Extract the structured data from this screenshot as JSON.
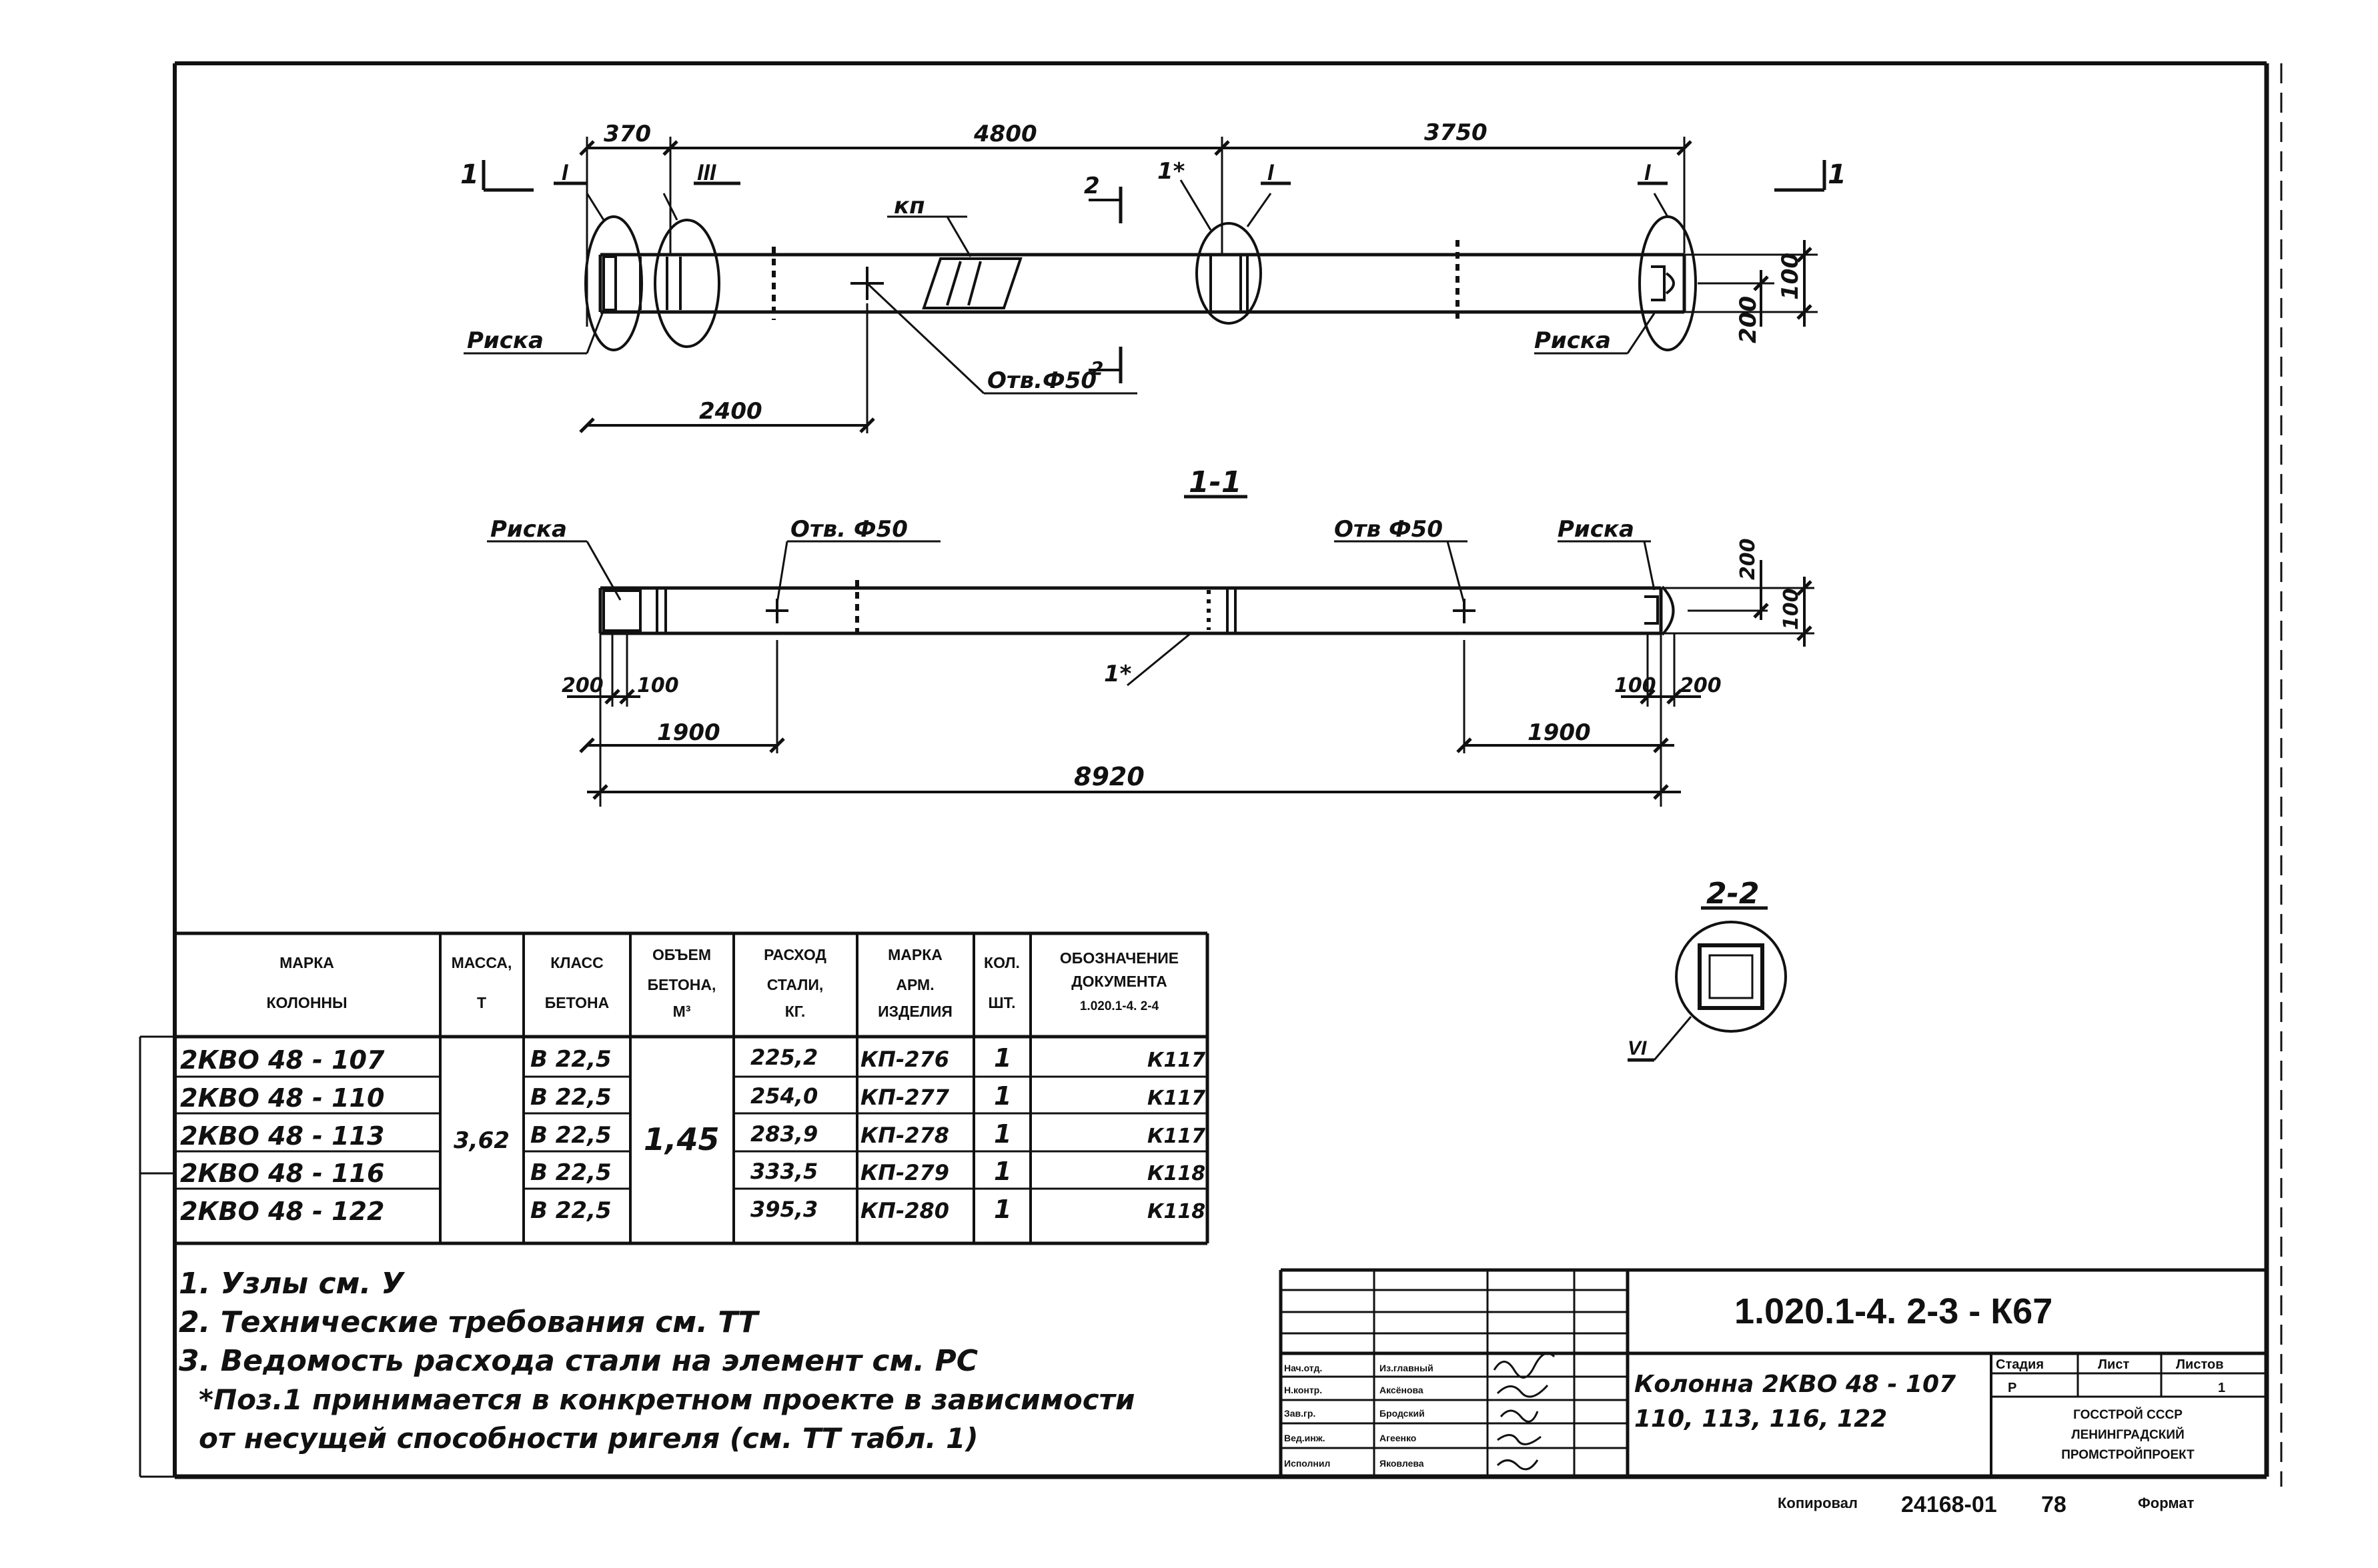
{
  "plan": {
    "dims_top": [
      "370",
      "4800",
      "3750"
    ],
    "dim_2400": "2400",
    "dim_100": "100",
    "dim_200": "200",
    "section_mark": "1",
    "cut_mark": "2",
    "label_I": "I",
    "label_III": "III",
    "label_1star": "1*",
    "label_kp": "кп",
    "riska_left": "Риска",
    "riska_right": "Риска",
    "hole": "Отв.Ф50"
  },
  "section11": {
    "title": "1-1",
    "riska_left": "Риска",
    "riska_right": "Риска",
    "hole_left": "Отв. Ф50",
    "hole_right": "Отв Ф50",
    "pos1": "1*",
    "dim_200": "200",
    "dim_100": "100",
    "dim_1900": "1900",
    "dim_8920": "8920"
  },
  "section22": {
    "title": "2-2",
    "callout": "VI"
  },
  "table": {
    "headers": [
      [
        "МАРКА",
        "КОЛОННЫ"
      ],
      [
        "МАССА,",
        "Т"
      ],
      [
        "КЛАСС",
        "БЕТОНА"
      ],
      [
        "ОБЪЕМ",
        "БЕТОНА,",
        "М³"
      ],
      [
        "РАСХОД",
        "СТАЛИ,",
        "КГ."
      ],
      [
        "МАРКА",
        "АРМ.",
        "ИЗДЕЛИЯ"
      ],
      [
        "КОЛ.",
        "ШТ."
      ],
      [
        "ОБОЗНАЧЕНИЕ",
        "ДОКУМЕНТА",
        "1.020.1-4. 2-4"
      ]
    ],
    "rows": [
      [
        "2КВО 48 - 107",
        "В 22,5",
        "225,2",
        "КП-276",
        "1",
        "К117"
      ],
      [
        "2КВО 48 - 110",
        "В 22,5",
        "254,0",
        "КП-277",
        "1",
        "К117"
      ],
      [
        "2КВО 48 - 113",
        "В 22,5",
        "283,9",
        "КП-278",
        "1",
        "К117"
      ],
      [
        "2КВО 48 - 116",
        "В 22,5",
        "333,5",
        "КП-279",
        "1",
        "К118"
      ],
      [
        "2КВО 48 - 122",
        "В 22,5",
        "395,3",
        "КП-280",
        "1",
        "К118"
      ]
    ],
    "mass": "3,62",
    "volume": "1,45"
  },
  "notes": [
    "1. Узлы см. У",
    "2. Технические требования см. ТТ",
    "3. Ведомость расхода стали на элемент см. РС",
    "*Поз.1 принимается в конкретном проекте в зависимости",
    "от несущей способности ригеля (см. ТТ табл. 1)"
  ],
  "stamp": {
    "code": "1.020.1-4. 2-3 - К67",
    "title_line1": "Колонна 2КВО 48 - 107",
    "title_line2": "110, 113, 116, 122",
    "stage_header": "Стадия",
    "sheet_header": "Лист",
    "sheets_header": "Листов",
    "stage": "Р",
    "sheets": "1",
    "org1": "ГОССТРОЙ СССР",
    "org2": "ЛЕНИНГРАДСКИЙ",
    "org3": "ПРОМСТРОЙПРОЕКТ",
    "roles": [
      "Нач.отд.",
      "Н.контр.",
      "Зав.гр.",
      "Вед.инж.",
      "Исполнил"
    ],
    "names": [
      "Из.главный",
      "Аксёнова",
      "Бродский",
      "Агеенко",
      "Яковлева"
    ],
    "copied": "Копировал",
    "sheet_no": "24168-01",
    "num": "78",
    "format": "Формат"
  }
}
